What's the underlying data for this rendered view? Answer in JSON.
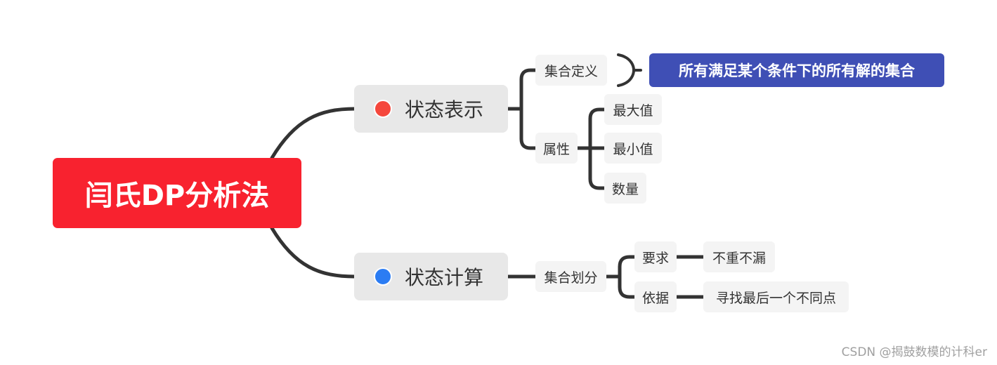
{
  "root": {
    "label": "闫氏DP分析法"
  },
  "branches": [
    {
      "label": "状态表示",
      "dot_color": "#f5473c",
      "children": [
        {
          "label": "集合定义",
          "callout": "所有满足某个条件下的所有解的集合"
        },
        {
          "label": "属性",
          "children": [
            "最大值",
            "最小值",
            "数量"
          ]
        }
      ]
    },
    {
      "label": "状态计算",
      "dot_color": "#2b7cf3",
      "children": [
        {
          "label": "集合划分",
          "children": [
            {
              "label": "要求",
              "detail": "不重不漏"
            },
            {
              "label": "依据",
              "detail": "寻找最后一个不同点"
            }
          ]
        }
      ]
    }
  ],
  "colors": {
    "root": "#f8222f",
    "callout": "#3f4fb5",
    "connector": "#333333"
  },
  "watermark": "CSDN @揭鼓数模的计科er"
}
